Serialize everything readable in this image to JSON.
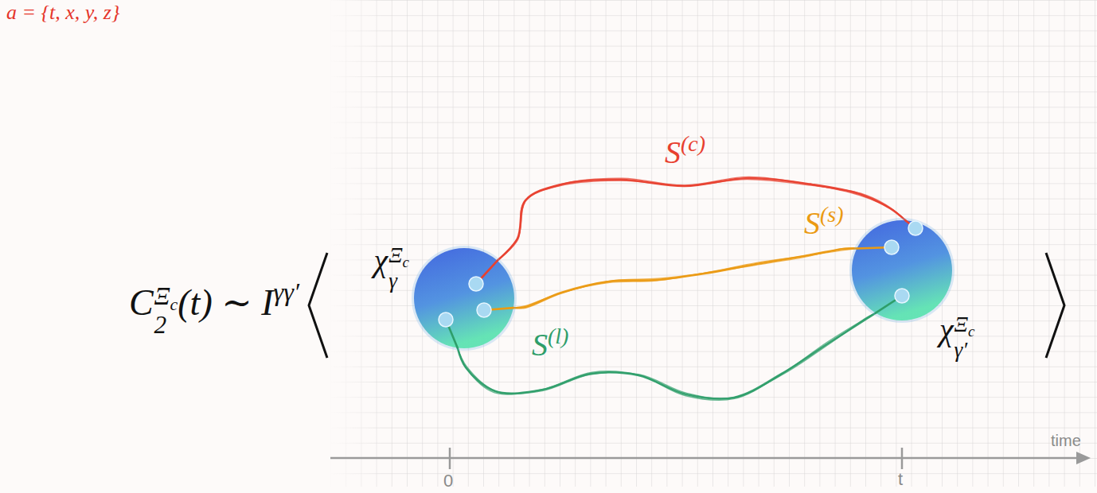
{
  "diagram": {
    "nodes": [
      {
        "text": [
          "χΞcγ"
        ]
      },
      {
        "text": [
          "χΞcγ′"
        ]
      }
    ],
    "edges": [
      {
        "from": 0,
        "to": 1,
        "arrow": "none",
        "label": "S(c)"
      },
      {
        "from": 0,
        "to": 1,
        "arrow": "none",
        "label": "S(s)"
      },
      {
        "from": 0,
        "to": 1,
        "arrow": "none",
        "label": "S(l)"
      }
    ],
    "labels": [
      "a = {t, x, y, z}",
      "C2Ξc(t) ∼ Iγγ′",
      "0",
      "t",
      "time"
    ]
  }
}
